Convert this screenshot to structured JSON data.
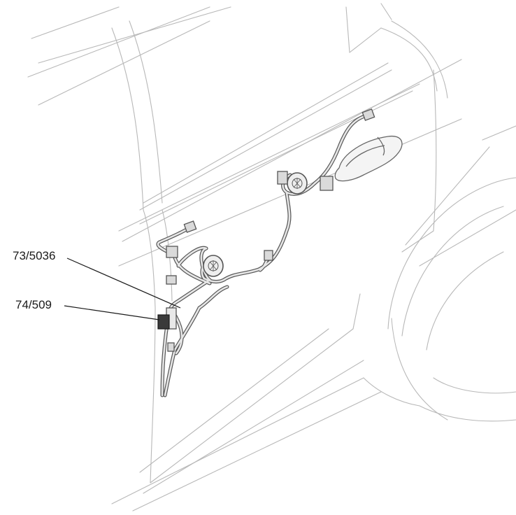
{
  "callouts": [
    {
      "id": "c1",
      "label": "73/5036"
    },
    {
      "id": "c2",
      "label": "74/509"
    }
  ],
  "colors": {
    "body_line": "#b8b8b8",
    "harness": "#555555",
    "harness_fill": "#e6e6e6",
    "connector_fill": "#dadada",
    "connector_dark": "#3a3a3a",
    "leader": "#1a1a1a"
  }
}
